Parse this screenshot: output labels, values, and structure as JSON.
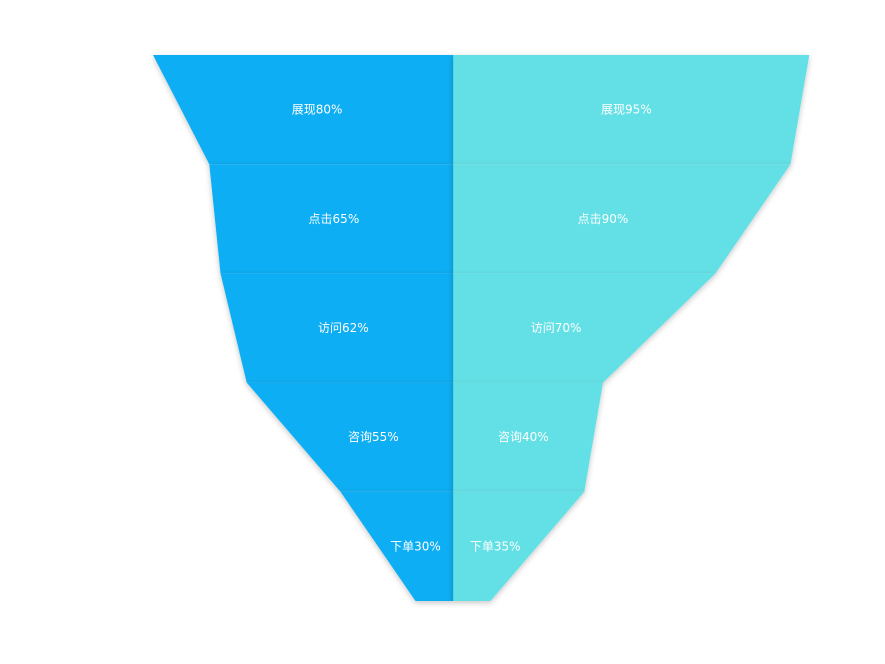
{
  "chart_data": {
    "type": "funnel",
    "title": "",
    "legend": [],
    "stages": [
      "展现",
      "点击",
      "访问",
      "咨询",
      "下单"
    ],
    "series": [
      {
        "side": "left",
        "color": "#0eaef3",
        "values": [
          80,
          65,
          62,
          55,
          30
        ],
        "labels": [
          "展现80%",
          "点击65%",
          "访问62%",
          "咨询55%",
          "下单30%"
        ]
      },
      {
        "side": "right",
        "color": "#64e0e5",
        "values": [
          95,
          90,
          70,
          40,
          35
        ],
        "labels": [
          "展现95%",
          "点击90%",
          "访问70%",
          "咨询40%",
          "下单35%"
        ]
      }
    ],
    "max": 100,
    "value_unit": "%"
  }
}
